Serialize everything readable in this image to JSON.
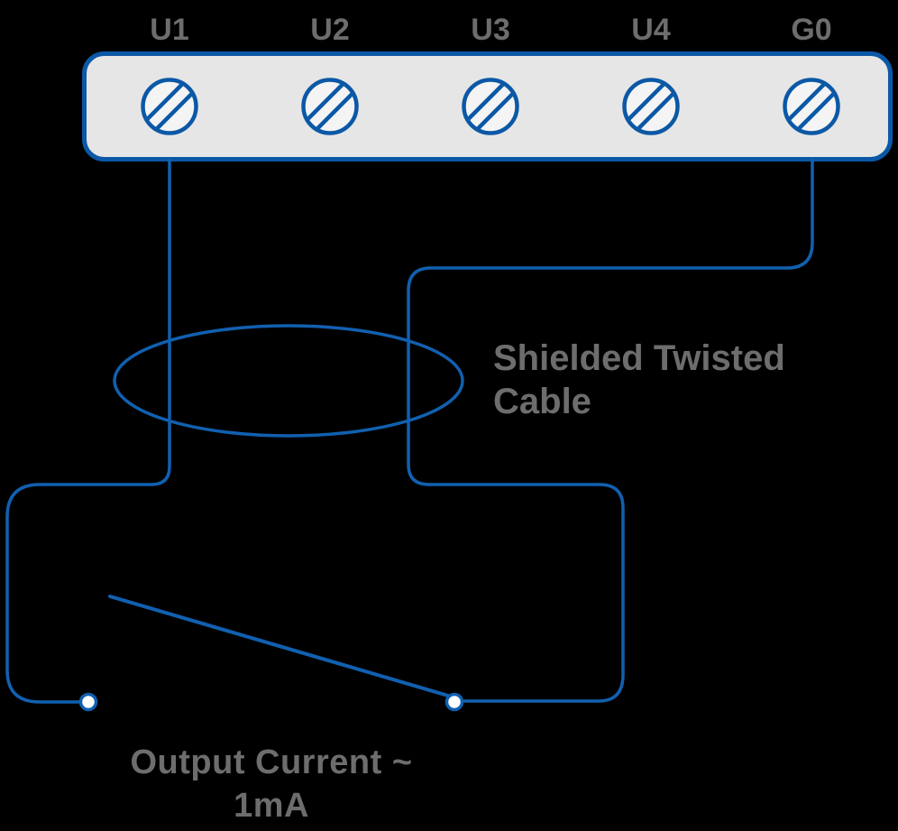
{
  "terminal_block": {
    "labels": [
      "U1",
      "U2",
      "U3",
      "U4",
      "G0"
    ]
  },
  "annotations": {
    "cable_line1": "Shielded Twisted",
    "cable_line2": "Cable",
    "output_line1": "Output Current ~",
    "output_line2": "1mA"
  },
  "colors": {
    "background": "#000000",
    "wire": "#1160b0",
    "block-border": "#0b58a6",
    "block-fill": "#e6e6e6",
    "terminal-fill": "#f4f4f4",
    "contact-fill": "#ffffff",
    "label-text": "#6d6d6d"
  }
}
